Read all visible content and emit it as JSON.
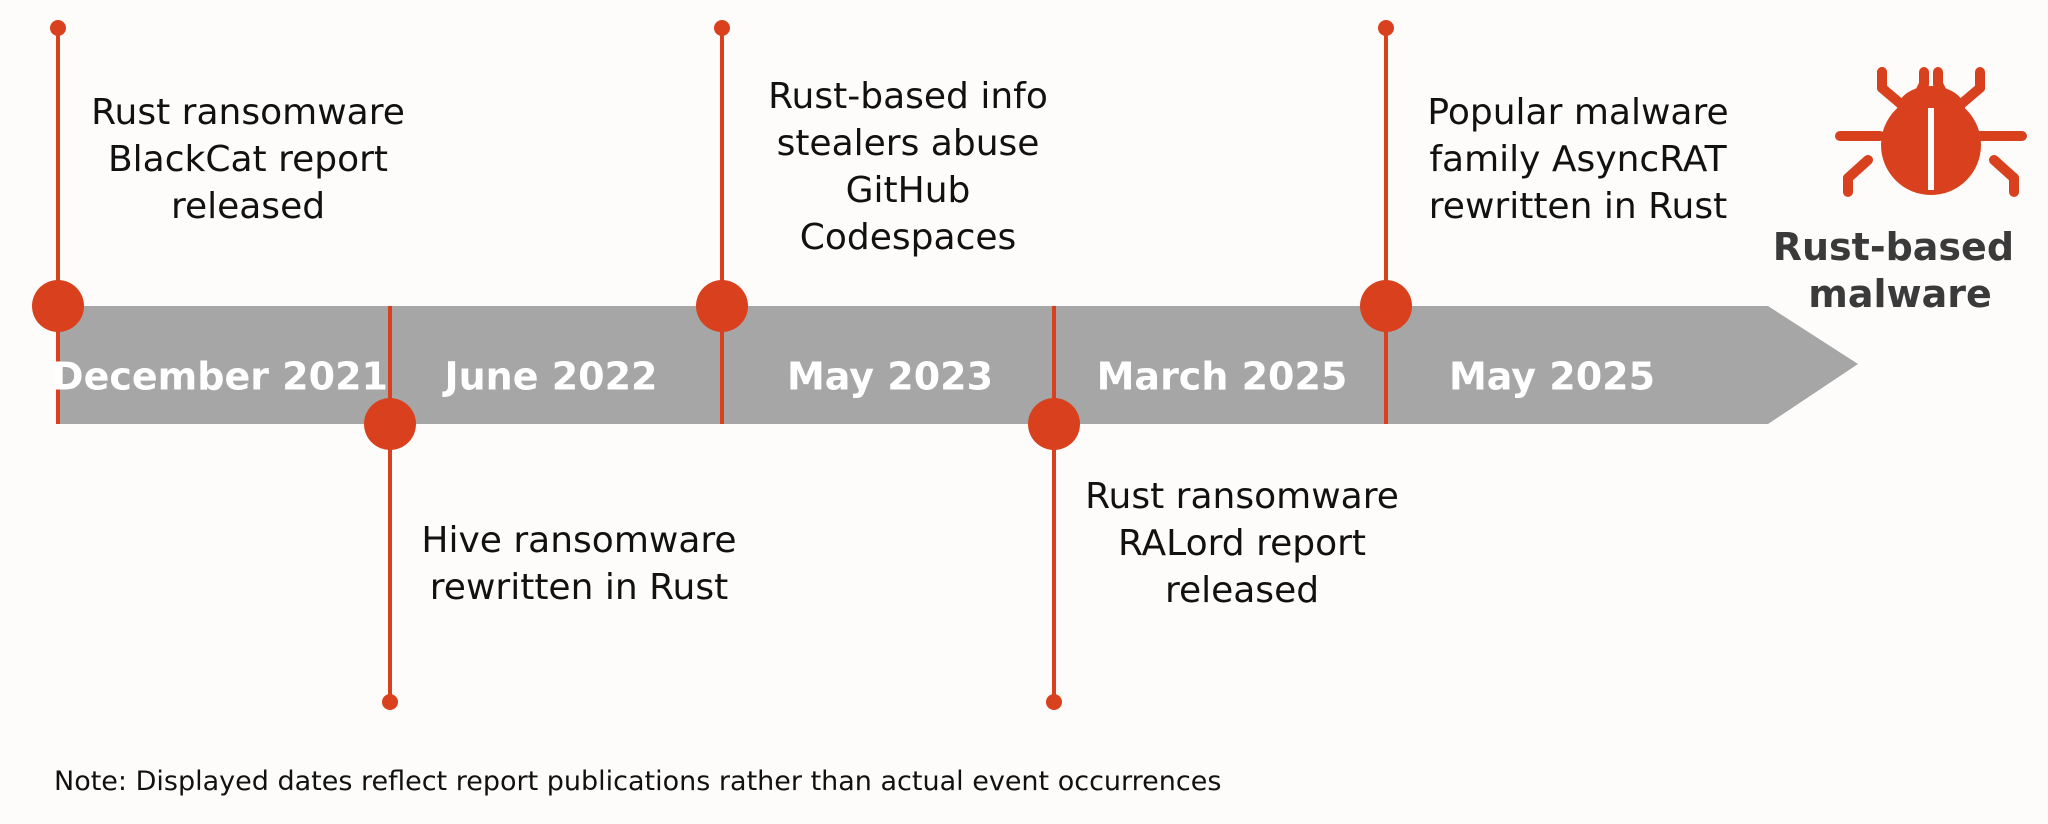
{
  "title": "Rust-based malware",
  "title_lines": [
    "Rust-based",
    "malware"
  ],
  "colors": {
    "accent": "#d9411e",
    "arrow": "#a6a6a6",
    "date_text": "#ffffff",
    "text": "#111111",
    "title_text": "#3a3a3a",
    "background": "#fdfcfa"
  },
  "icon": "bug-icon",
  "events": [
    {
      "date": "December 2021",
      "position": "above",
      "text": "Rust ransomware BlackCat report released",
      "lines": [
        "Rust ransomware",
        "BlackCat report",
        "released"
      ]
    },
    {
      "date": "June 2022",
      "position": "below",
      "text": "Hive ransomware rewritten in Rust",
      "lines": [
        "Hive ransomware",
        "rewritten in Rust"
      ]
    },
    {
      "date": "May 2023",
      "position": "above",
      "text": "Rust-based info stealers abuse GitHub Codespaces",
      "lines": [
        "Rust-based info",
        "stealers abuse",
        "GitHub",
        "Codespaces"
      ]
    },
    {
      "date": "March 2025",
      "position": "below",
      "text": "Rust ransomware RALord report released",
      "lines": [
        "Rust ransomware",
        "RALord report",
        "released"
      ]
    },
    {
      "date": "May 2025",
      "position": "above",
      "text": "Popular malware family AsyncRAT rewritten in Rust",
      "lines": [
        "Popular malware",
        "family AsyncRAT",
        "rewritten in Rust"
      ]
    }
  ],
  "note": "Note: Displayed dates reflect report publications rather than actual event occurrences"
}
